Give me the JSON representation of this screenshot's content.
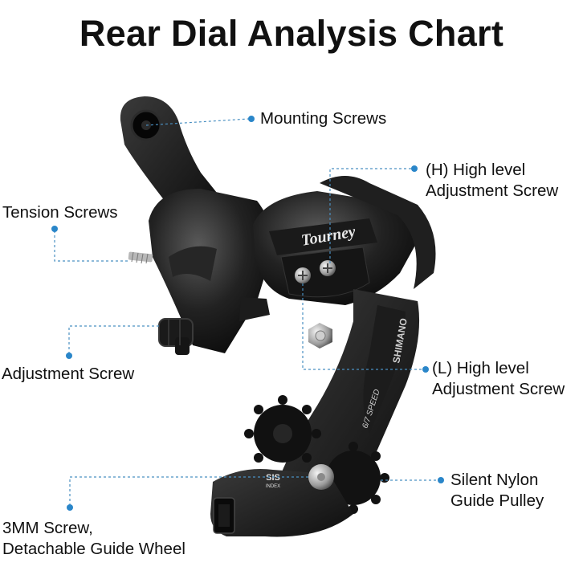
{
  "title": "Rear Dial Analysis Chart",
  "brand_text": "Tourney",
  "side_text": "SHIMANO",
  "speed_text": "6/7 SPEED",
  "sis_text": "SIS",
  "sis_sub": "INDEX",
  "callouts": {
    "mounting_screws": {
      "lines": [
        "Mounting Screws"
      ]
    },
    "tension_screws": {
      "lines": [
        "Tension Screws"
      ]
    },
    "high_adjust": {
      "lines": [
        "(H) High level",
        "Adjustment Screw"
      ]
    },
    "adjustment_screw": {
      "lines": [
        "Adjustment Screw"
      ]
    },
    "low_adjust": {
      "lines": [
        "(L) High level",
        "Adjustment Screw"
      ]
    },
    "guide_pulley": {
      "lines": [
        "Silent Nylon",
        "Guide Pulley"
      ]
    },
    "guide_wheel": {
      "lines": [
        "3MM Screw,",
        "Detachable Guide Wheel"
      ]
    }
  },
  "colors": {
    "accent": "#2a86c9",
    "leader": "#4a90c2",
    "body": "#141414"
  }
}
